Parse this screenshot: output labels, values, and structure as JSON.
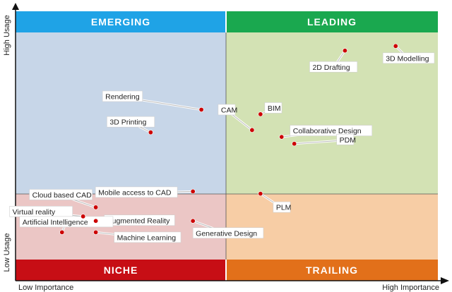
{
  "chart_data": {
    "type": "scatter",
    "quadrants": {
      "top_left": {
        "label": "EMERGING",
        "header_color": "#1fa3e6",
        "fill_color": "#c7d6e8"
      },
      "top_right": {
        "label": "LEADING",
        "header_color": "#1aa84f",
        "fill_color": "#d3e2b4"
      },
      "bottom_left": {
        "label": "NICHE",
        "header_color": "#c70e15",
        "fill_color": "#ebc6c5"
      },
      "bottom_right": {
        "label": "TRAILING",
        "header_color": "#e2701a",
        "fill_color": "#f7cda5"
      }
    },
    "xlabel_low": "Low Importance",
    "xlabel_high": "High Importance",
    "ylabel_low": "Low Usage",
    "ylabel_high": "High Usage",
    "xlim": [
      0,
      10
    ],
    "ylim": [
      0,
      10
    ],
    "marker_color": "#cc0000",
    "points": [
      {
        "name": "3D Modelling",
        "x": 9.0,
        "y": 9.4
      },
      {
        "name": "2D Drafting",
        "x": 7.8,
        "y": 9.2
      },
      {
        "name": "Rendering",
        "x": 4.4,
        "y": 6.6
      },
      {
        "name": "BIM",
        "x": 5.8,
        "y": 6.4
      },
      {
        "name": "3D Printing",
        "x": 3.2,
        "y": 5.6
      },
      {
        "name": "CAM",
        "x": 5.6,
        "y": 5.7
      },
      {
        "name": "Collaborative Design",
        "x": 6.3,
        "y": 5.4
      },
      {
        "name": "PDM",
        "x": 6.6,
        "y": 5.1
      },
      {
        "name": "Mobile access to CAD",
        "x": 4.2,
        "y": 3.0
      },
      {
        "name": "PLM",
        "x": 5.8,
        "y": 2.9
      },
      {
        "name": "Cloud based CAD",
        "x": 1.9,
        "y": 2.3
      },
      {
        "name": "Virtual reality",
        "x": 1.6,
        "y": 1.9
      },
      {
        "name": "Augmented Reality",
        "x": 1.9,
        "y": 1.7
      },
      {
        "name": "Generative Design",
        "x": 4.2,
        "y": 1.7
      },
      {
        "name": "Artificial Intelligence",
        "x": 1.1,
        "y": 1.2
      },
      {
        "name": "Machine Learning",
        "x": 1.9,
        "y": 1.2
      }
    ]
  }
}
